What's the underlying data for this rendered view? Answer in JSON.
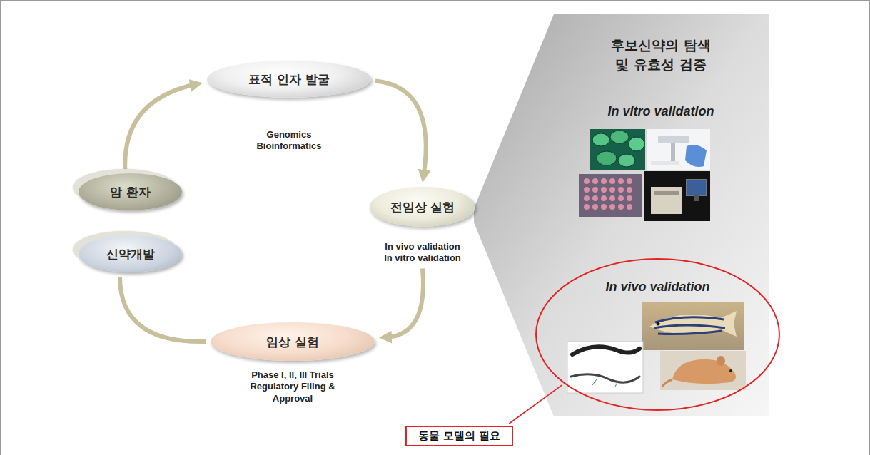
{
  "diagram": {
    "nodes": [
      {
        "text": [
          "표적 인자 발굴",
          "Genomics Bioinformatics"
        ]
      },
      {
        "text": [
          "전임상 실험",
          "In vivo validation In vitro validation"
        ]
      },
      {
        "text": [
          "임상 실험",
          "Phase I, II, III Trials Regulatory Filing & Approval"
        ]
      },
      {
        "text": [
          "암 환자"
        ]
      },
      {
        "text": [
          "신약개발"
        ]
      },
      {
        "text": [
          "후보신약의 탐색 및 유효성 검증",
          "In vitro validation"
        ]
      },
      {
        "text": [
          "In vivo validation"
        ],
        "in": 5
      },
      {
        "text": [
          "동물 모델의 필요"
        ]
      }
    ],
    "edges": [
      {
        "from": 3,
        "to": 0,
        "arrow": "to"
      },
      {
        "from": 0,
        "to": 1,
        "arrow": "to"
      },
      {
        "from": 1,
        "to": 2,
        "arrow": "to"
      },
      {
        "from": 2,
        "to": 4,
        "arrow": "none"
      },
      {
        "from": 6,
        "to": 7,
        "arrow": "none"
      }
    ]
  }
}
